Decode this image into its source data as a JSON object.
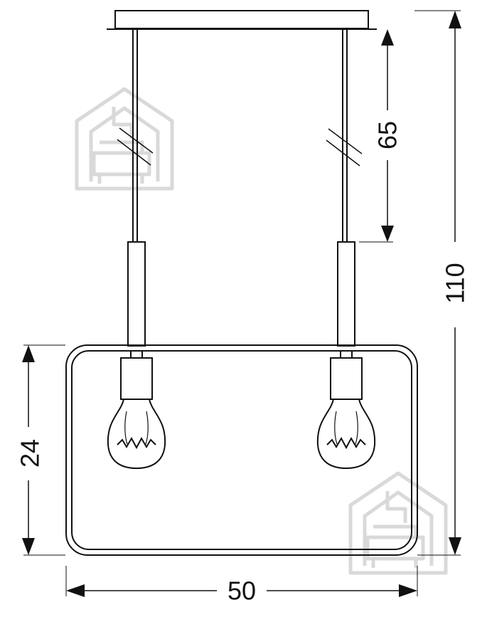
{
  "dimensions": {
    "total_height": "110",
    "suspension_length": "65",
    "frame_height": "24",
    "width": "50"
  },
  "colors": {
    "line": "#111111",
    "watermark": "#d9d9d9",
    "background": "#ffffff"
  }
}
